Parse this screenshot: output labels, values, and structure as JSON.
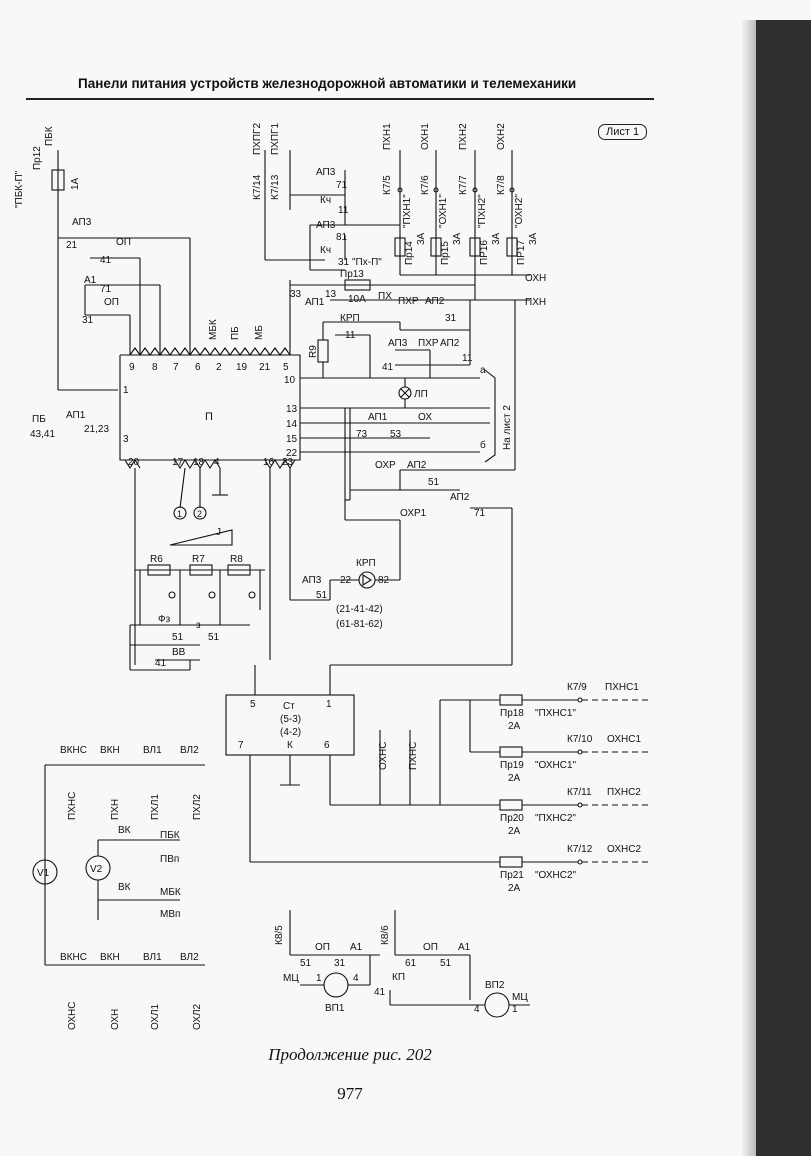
{
  "header": {
    "title": "Панели питания устройств железнодорожной автоматики и телемеханики",
    "sheet": "Лист 1"
  },
  "caption": "Продолжение рис. 202",
  "page_number": "977",
  "colors": {
    "ink": "#111111",
    "paper": "#f8f8f6",
    "band": "#2f2f2f"
  },
  "labels": {
    "pbk_p": "\"ПБК-П\"",
    "pbk": "ПБК",
    "pr12": "Пр12",
    "a1_fuse": "1А",
    "k7_14": "К7/14",
    "pkhpg2": "ПХПГ2",
    "k7_13": "К7/13",
    "pkhpg1": "ПХПГ1",
    "ap3a": "АП3",
    "n71a": "71",
    "kch1": "Кч",
    "n11a": "11",
    "ap3b": "АП3",
    "n81": "81",
    "kch2": "Кч",
    "n31": "31",
    "pkh_p": "\"Пх-П\"",
    "pkhn1": "ПХН1",
    "okhn1": "ОХН1",
    "pkhn2": "ПХН2",
    "okhn2": "ОХН2",
    "k7_5": "К7/5",
    "k7_6": "К7/6",
    "k7_7": "К7/7",
    "k7_8": "К7/8",
    "pkhn1q": "\"ПХН1\"",
    "okhn1q": "\"ОХН1\"",
    "pkhn2q": "\"ПХН2\"",
    "okhn2q": "\"ОХН2\"",
    "pr14": "Пр14",
    "pr15": "Пр15",
    "pr16": "ПР16",
    "pr17": "ПР17",
    "a3": "3А",
    "okhn": "ОХН",
    "pkhn": "ПХН",
    "pr13": "Пр13",
    "n33": "33",
    "ap1a": "АП1",
    "n13": "13",
    "a10": "10А",
    "pkh": "ПХ",
    "pkhr": "ПХР",
    "ap2a": "АП2",
    "n31b": "31",
    "krp": "КРП",
    "n11b": "11",
    "r9": "R9",
    "ap3c": "АП3",
    "n41a": "41",
    "pkhr2": "ПХР",
    "ap2b": "АП2",
    "n11c": "11",
    "lp": "ЛП",
    "ap3d": "АП3",
    "n21": "21",
    "op1": "ОП",
    "n41b": "41",
    "a1c": "А1",
    "n71b": "71",
    "op2": "ОП",
    "n31c": "31",
    "mbk": "МБК",
    "pb": "ПБ",
    "mb": "МБ",
    "pins_top": [
      "9",
      "8",
      "7",
      "6",
      "2",
      "19",
      "21",
      "5"
    ],
    "p": "П",
    "n1": "1",
    "n3": "3",
    "n10": "10",
    "n13b": "13",
    "n14": "14",
    "n15": "15",
    "n22": "22",
    "pins_bottom": [
      "20",
      "17",
      "18",
      "4",
      "16",
      "23"
    ],
    "pb_left": "ПБ",
    "ap1b": "АП1",
    "n43_41": "43,41",
    "n21_23": "21,23",
    "ap1c": "АП1",
    "n73": "73",
    "n53": "53",
    "okh": "ОХ",
    "a": "а",
    "b": "б",
    "na_list2": "На лист 2",
    "okhr": "ОХР",
    "ap2c": "АП2",
    "n51a": "51",
    "okhr1": "ОХР1",
    "ap2d": "АП2",
    "n71c": "71",
    "c1": "1",
    "c2": "2",
    "j": "J",
    "r6": "R6",
    "r7": "R7",
    "r8": "R8",
    "fz": "Фз",
    "n51b": "51",
    "z": "з",
    "n51c": "51",
    "vv": "ВВ",
    "n41c": "41",
    "krp2": "КРП",
    "ap3e": "АП3",
    "n22b": "22",
    "n82": "82",
    "n51d": "51",
    "code1": "(21-41-42)",
    "code2": "(61-81-62)",
    "st": "Ст",
    "st_a": "(5-3)",
    "st_b": "(4-2)",
    "n5": "5",
    "n1b": "1",
    "n7": "7",
    "k": "К",
    "n6": "6",
    "okhns": "ОХНС",
    "pkhns": "ПХНС",
    "k7_9": "К7/9",
    "pkhns1": "ПХНС1",
    "pr18": "Пр18",
    "pkhns1q": "\"ПХНС1\"",
    "a2": "2А",
    "k7_10": "К7/10",
    "okhns1": "ОХНС1",
    "pr19": "Пр19",
    "okhns1q": "\"ОХНС1\"",
    "k7_11": "К7/11",
    "pkhns2": "ПХНС2",
    "pr20": "Пр20",
    "pkhns2q": "\"ПХНС2\"",
    "k7_12": "К7/12",
    "okhns2": "ОХНС2",
    "pr21": "Пр21",
    "okhns2q": "\"ОХНС2\"",
    "vkns": "ВКНС",
    "vkn": "ВКН",
    "vl1": "ВЛ1",
    "vl2": "ВЛ2",
    "v1": "V1",
    "v2": "V2",
    "vk1": "ВК",
    "vk2": "ВК",
    "pbk2": "ПБК",
    "pvp": "ПВп",
    "mbk2": "МБК",
    "mvp": "МВп",
    "pkhns_r": "ПХНС",
    "pkhn_r": "ПХН",
    "pkhl1": "ПХЛ1",
    "pkhl2": "ПХЛ2",
    "okhns_r": "ОХНС",
    "okhn_r": "ОХН",
    "okhl1": "ОХЛ1",
    "okhl2": "ОХЛ2",
    "k8_5": "К8/5",
    "k8_6": "К8/6",
    "op3": "ОП",
    "a1d": "А1",
    "op4": "ОП",
    "a1e": "А1",
    "n51e": "51",
    "n31d": "31",
    "n61": "61",
    "n51f": "51",
    "mts1": "МЦ",
    "mts2": "МЦ",
    "vp1": "ВП1",
    "vp2": "ВП2",
    "kp": "КП",
    "n41d": "41",
    "n4": "4",
    "n1c": "1",
    "n4b": "4",
    "n1d": "1"
  }
}
